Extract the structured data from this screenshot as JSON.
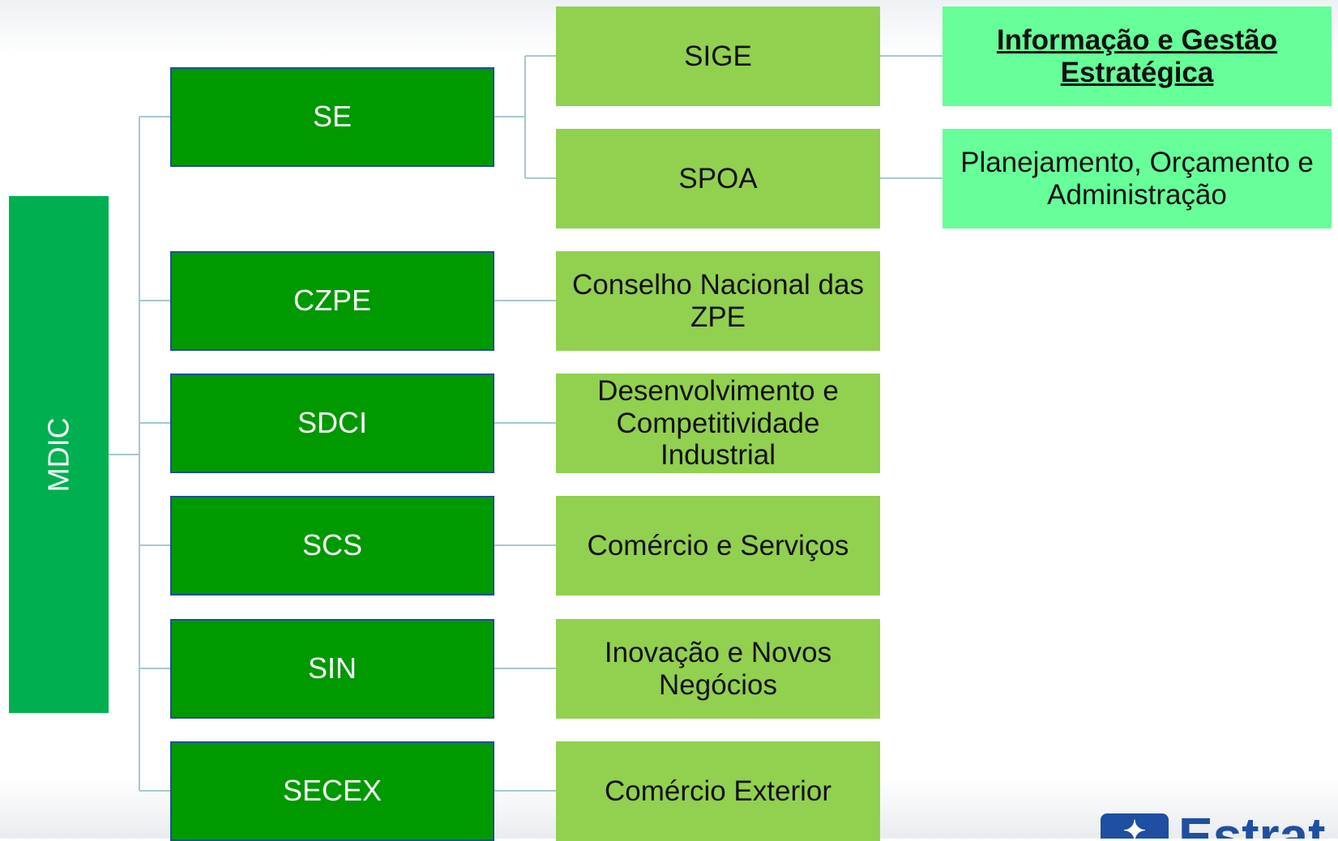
{
  "diagram": {
    "root": {
      "label": "MDIC"
    },
    "secretariats": [
      {
        "code": "SE"
      },
      {
        "code": "CZPE"
      },
      {
        "code": "SDCI"
      },
      {
        "code": "SCS"
      },
      {
        "code": "SIN"
      },
      {
        "code": "SECEX"
      }
    ],
    "sub_units": [
      {
        "label": "SIGE"
      },
      {
        "label": "SPOA"
      },
      {
        "label": "Conselho Nacional das ZPE"
      },
      {
        "label": "Desenvolvimento e Competitividade Industrial"
      },
      {
        "label": "Comércio e Serviços"
      },
      {
        "label": "Inovação e Novos Negócios"
      },
      {
        "label": "Comércio Exterior"
      }
    ],
    "descriptions": [
      {
        "label": "Informação e Gestão Estratégica"
      },
      {
        "label": "Planejamento, Orçamento e Administração"
      }
    ]
  },
  "logo": {
    "text": "Estrat"
  },
  "colors": {
    "root": "#00b050",
    "secretariat": "#009900",
    "secretariat_border": "#1f4e9a",
    "sub_unit": "#92d050",
    "description": "#66ff99",
    "connector": "#a5c8d0",
    "logo": "#1f4fa0"
  }
}
